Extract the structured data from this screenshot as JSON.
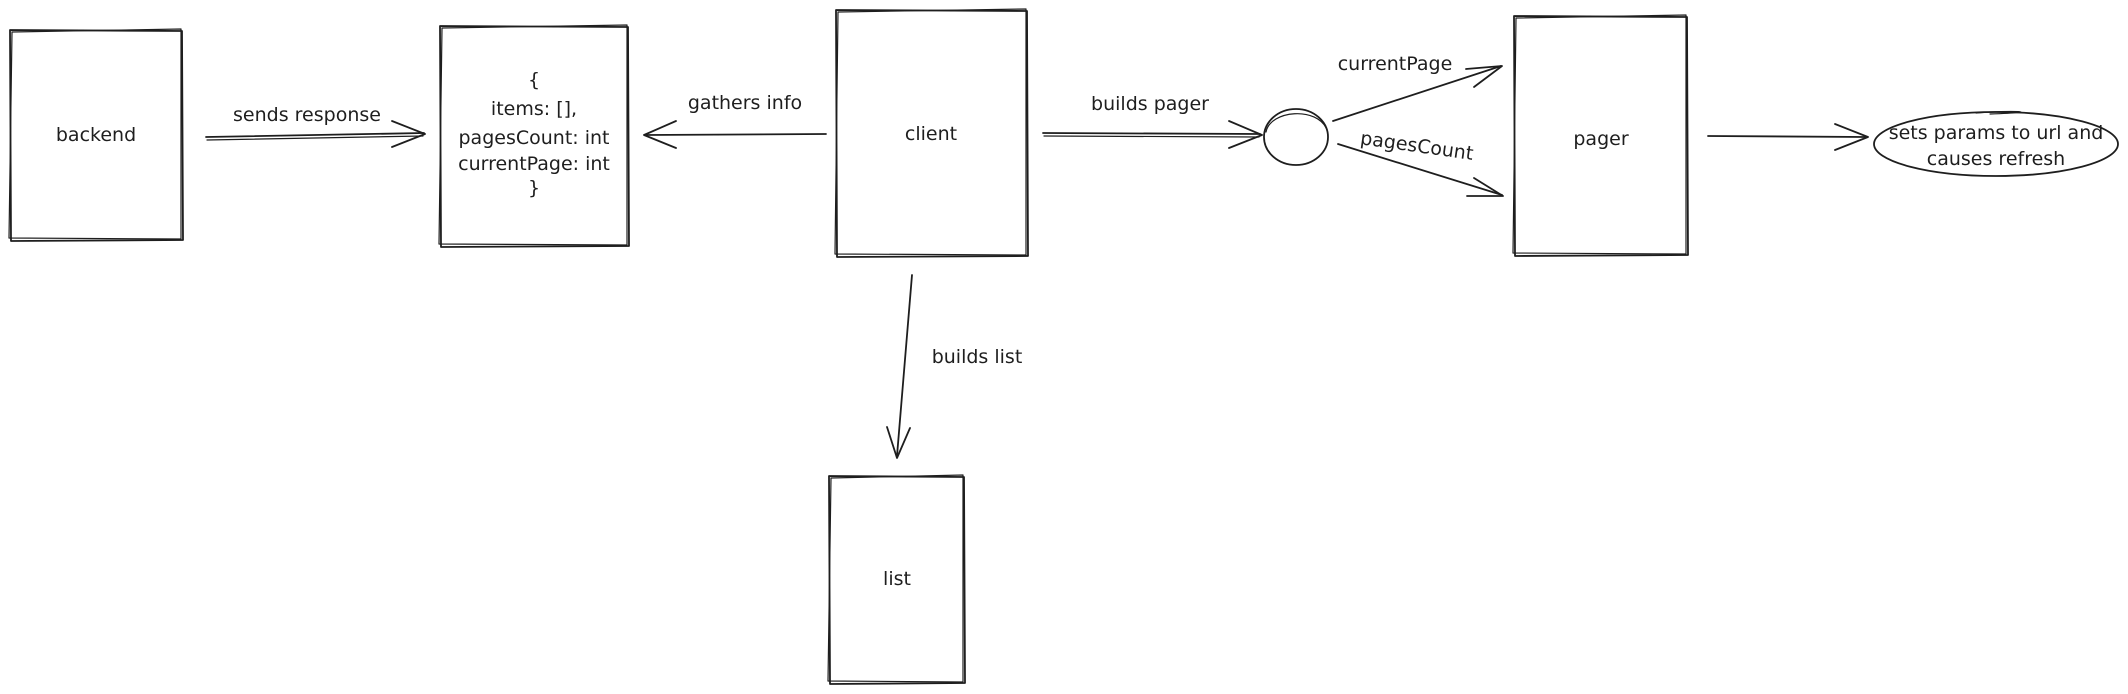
{
  "nodes": {
    "backend": {
      "label": "backend"
    },
    "response": {
      "lines": [
        "{",
        "items: [],",
        "pagesCount: int",
        "currentPage: int",
        "}"
      ]
    },
    "client": {
      "label": "client"
    },
    "junction": {
      "label": ""
    },
    "pager": {
      "label": "pager"
    },
    "refresh": {
      "lines": [
        "sets params to url and",
        "causes refresh"
      ]
    },
    "list": {
      "label": "list"
    }
  },
  "edges": {
    "sends_response": {
      "label": "sends response"
    },
    "gathers_info": {
      "label": "gathers info"
    },
    "builds_pager": {
      "label": "builds pager"
    },
    "current_page": {
      "label": "currentPage"
    },
    "pages_count": {
      "label": "pagesCount"
    },
    "builds_list": {
      "label": "builds list"
    }
  },
  "colors": {
    "stroke": "#1e1e1e",
    "background": "#ffffff"
  }
}
